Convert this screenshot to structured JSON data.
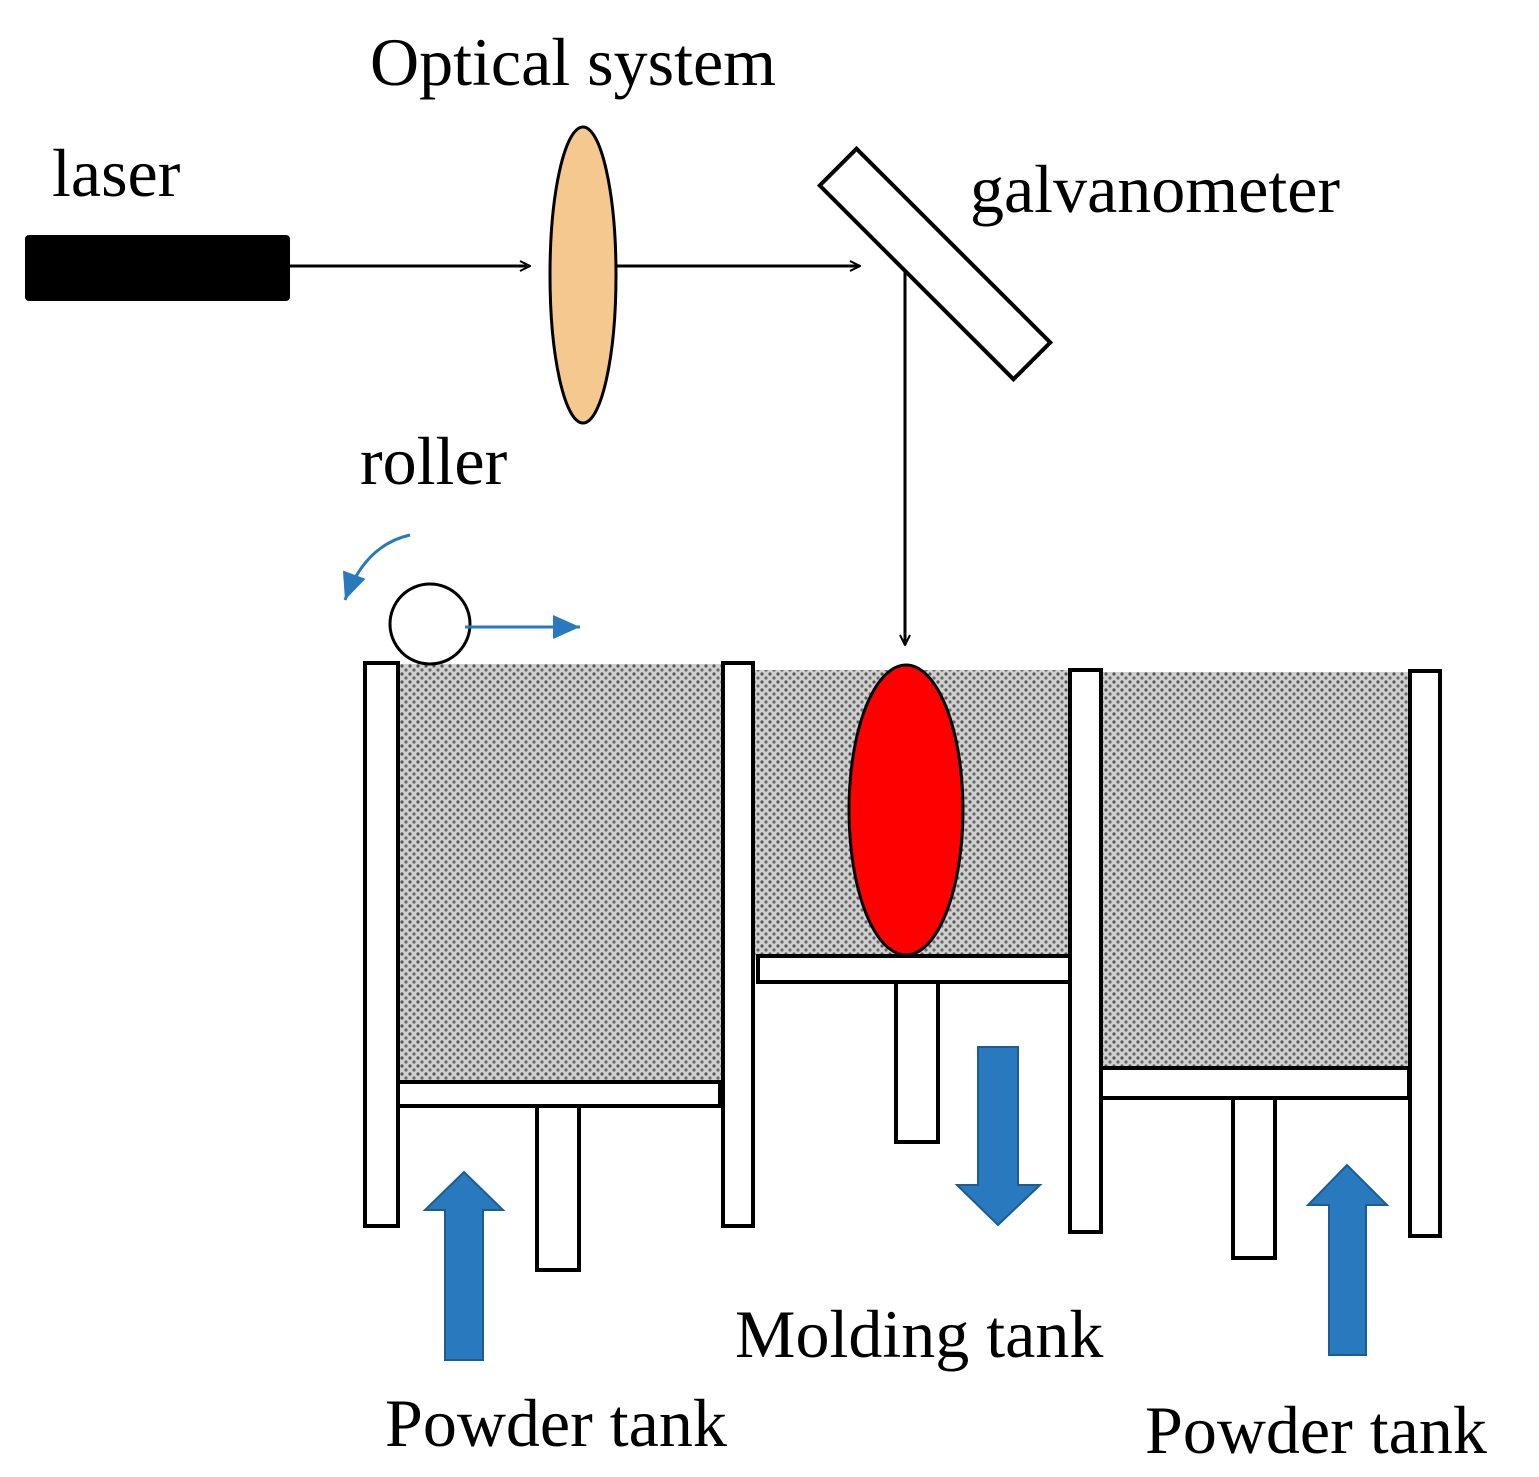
{
  "labels": {
    "optical_system": "Optical system",
    "laser": "laser",
    "galvanometer": "galvanometer",
    "roller": "roller",
    "molding_tank": "Molding tank",
    "powder_tank_left": "Powder tank",
    "powder_tank_right": "Powder tank"
  },
  "colors": {
    "laser_body": "#000000",
    "lens_fill": "#f4c88e",
    "part_fill": "#ff0000",
    "arrow_blue": "#2879bd",
    "powder_base": "#d0d0d0",
    "powder_dot": "#555555"
  },
  "icons": {
    "rotation": "curved-arrow",
    "motion": "right-arrow"
  }
}
